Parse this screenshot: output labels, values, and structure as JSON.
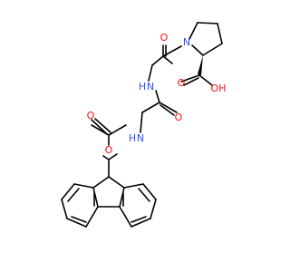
{
  "molecule": {
    "colors": {
      "bond": "#000000",
      "oxygen": "#ff0d0d",
      "nitrogen": "#3050f8",
      "background": "#ffffff"
    },
    "atom_labels": {
      "o_ketone": "O",
      "n_pro": "N",
      "o_acid_carbonyl": "O",
      "oh_acid": "OH",
      "nh_1": "N",
      "h_1": "H",
      "o_amide": "O",
      "nh_2": "N",
      "h_2": "H",
      "o_carbamate_carbonyl": "O",
      "o_carbamate_ether": "O"
    }
  }
}
